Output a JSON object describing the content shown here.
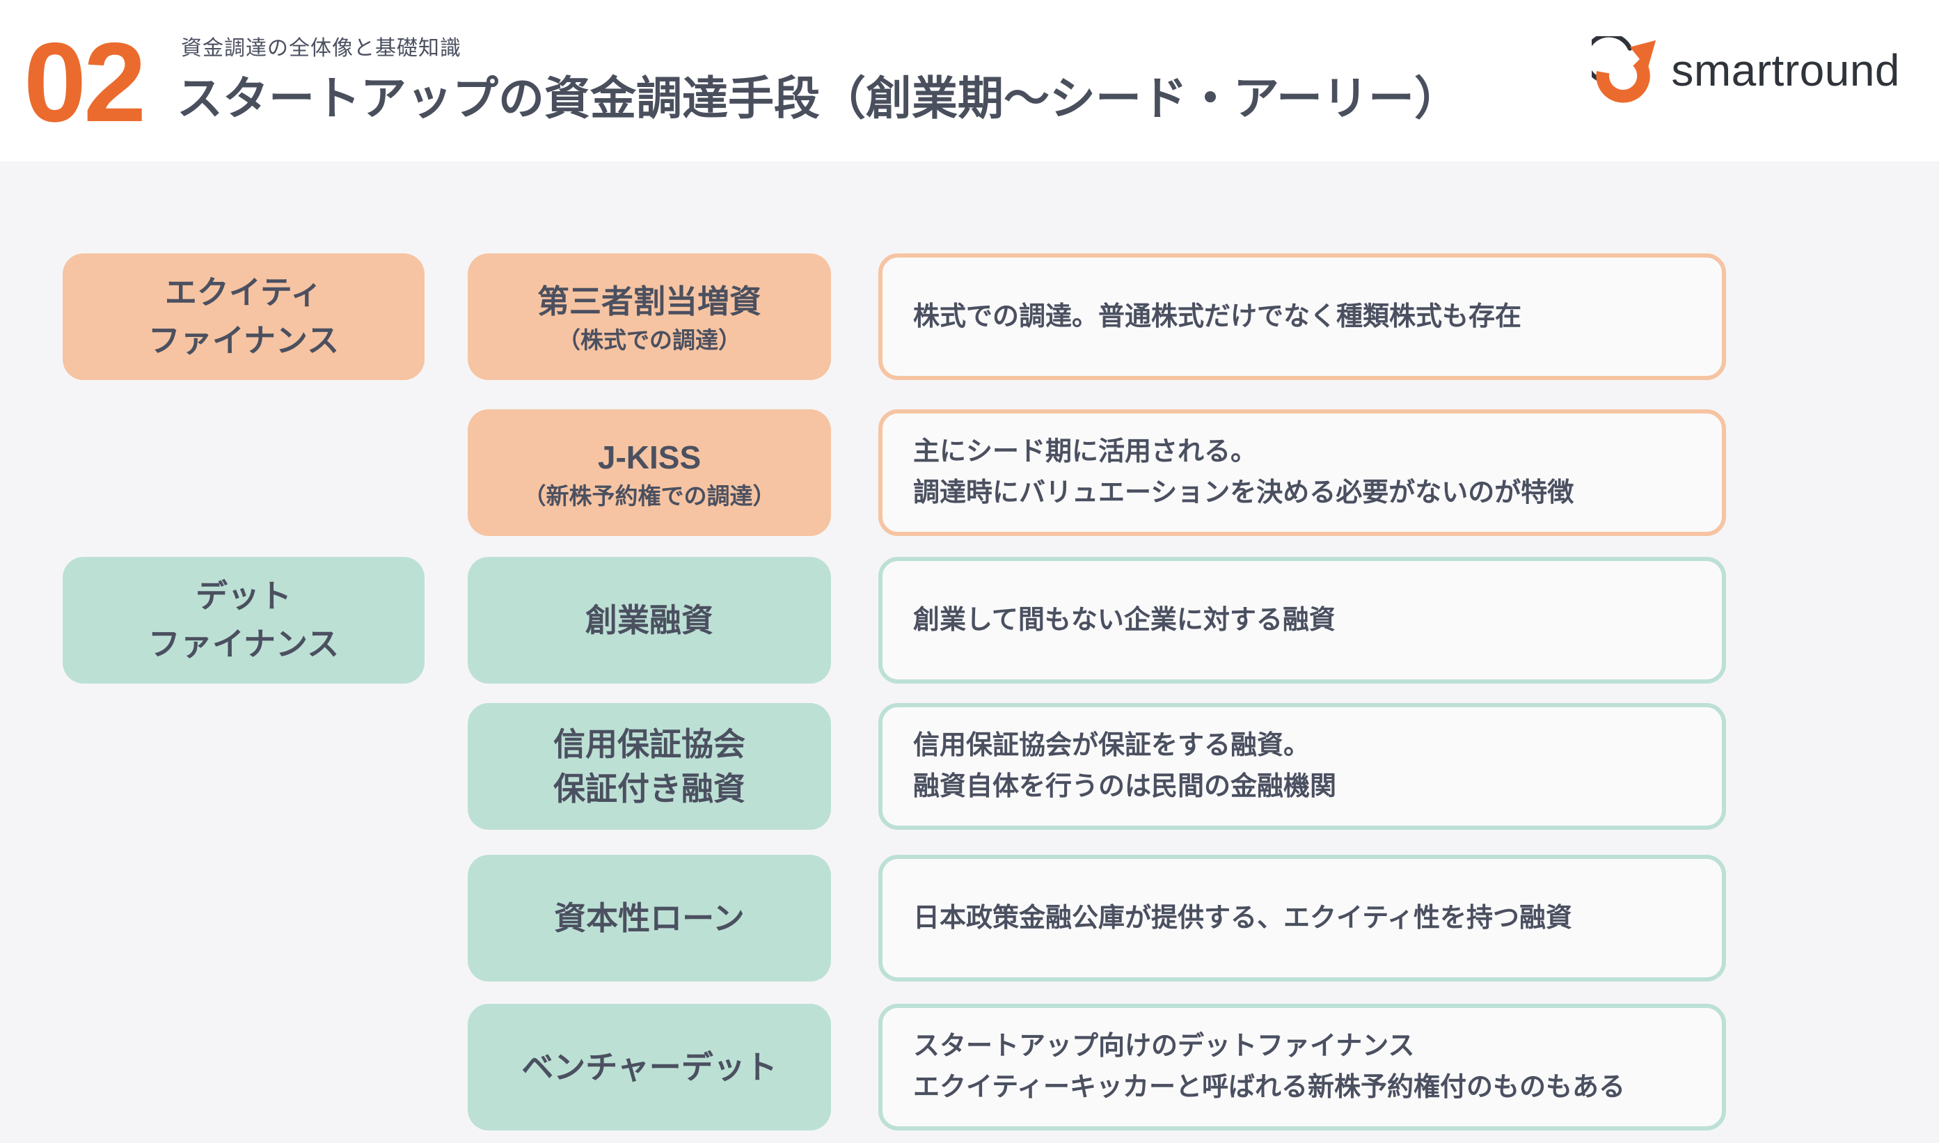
{
  "header": {
    "section_number": "02",
    "kicker": "資金調達の全体像と基礎知識",
    "title": "スタートアップの資金調達手段（創業期〜シード・アーリー）",
    "logo_text": "smartround"
  },
  "colors": {
    "accent_orange": "#EB6B2E",
    "equity_fill": "#F6C4A2",
    "debt_fill": "#BDE0D5",
    "text_dark": "#4B5060",
    "body_bg": "#F5F5F7",
    "card_bg": "#FAFAFB"
  },
  "legend": {
    "equity_label": "エクイティ\nファイナンス",
    "debt_label": "デット\nファイナンス"
  },
  "rows": [
    {
      "category": "equity",
      "method": "第三者割当増資",
      "method_sub": "（株式での調達）",
      "description": "株式での調達。普通株式だけでなく種類株式も存在"
    },
    {
      "category": "equity",
      "method": "J-KISS",
      "method_sub": "（新株予約権での調達）",
      "description": "主にシード期に活用される。\n調達時にバリュエーションを決める必要がないのが特徴"
    },
    {
      "category": "debt",
      "method": "創業融資",
      "method_sub": "",
      "description": "創業して間もない企業に対する融資"
    },
    {
      "category": "debt",
      "method": "信用保証協会\n保証付き融資",
      "method_sub": "",
      "description": "信用保証協会が保証をする融資。\n融資自体を行うのは民間の金融機関"
    },
    {
      "category": "debt",
      "method": "資本性ローン",
      "method_sub": "",
      "description": "日本政策金融公庫が提供する、エクイティ性を持つ融資"
    },
    {
      "category": "debt",
      "method": "ベンチャーデット",
      "method_sub": "",
      "description": "スタートアップ向けのデットファイナンス\nエクイティーキッカーと呼ばれる新株予約権付のものもある"
    }
  ]
}
